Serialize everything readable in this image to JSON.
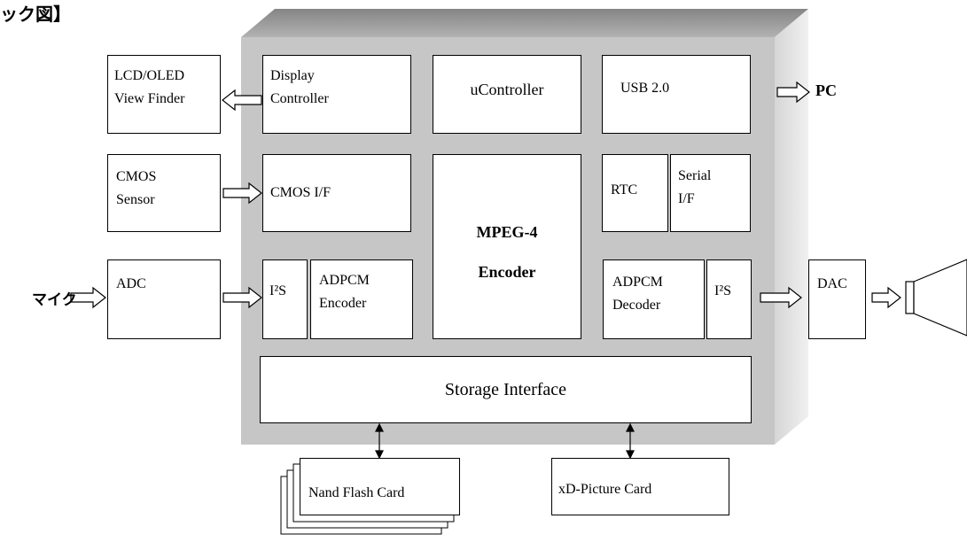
{
  "heading": "ック図】",
  "chip": {
    "display_controller": {
      "line1": "Display",
      "line2": "Controller"
    },
    "ucontroller": "uController",
    "usb": "USB 2.0",
    "cmos_if": "CMOS I/F",
    "mpeg4": {
      "line1": "MPEG-4",
      "line2": "Encoder"
    },
    "rtc": "RTC",
    "serial_if": {
      "line1": "Serial",
      "line2": "I/F"
    },
    "i2s_left": "I²S",
    "adpcm_encoder": {
      "line1": "ADPCM",
      "line2": "Encoder"
    },
    "adpcm_decoder": {
      "line1": "ADPCM",
      "line2": "Decoder"
    },
    "i2s_right": "I²S",
    "storage_interface": "Storage Interface"
  },
  "external": {
    "lcd": {
      "line1": "LCD/OLED",
      "line2": "View Finder"
    },
    "cmos_sensor": {
      "line1": "CMOS",
      "line2": "Sensor"
    },
    "adc": "ADC",
    "dac": "DAC",
    "nand_flash": "Nand Flash Card",
    "xd_picture": "xD-Picture Card"
  },
  "labels": {
    "pc": "PC",
    "mic": "マイク"
  },
  "colors": {
    "chip_front": "#c6c6c6",
    "chip_top_dark": "#858585",
    "chip_top_light": "#b2b2b2",
    "chip_side_dark": "#d6d6d6",
    "chip_side_light": "#f0f0f0",
    "line": "#000000",
    "box_fill": "#ffffff"
  }
}
